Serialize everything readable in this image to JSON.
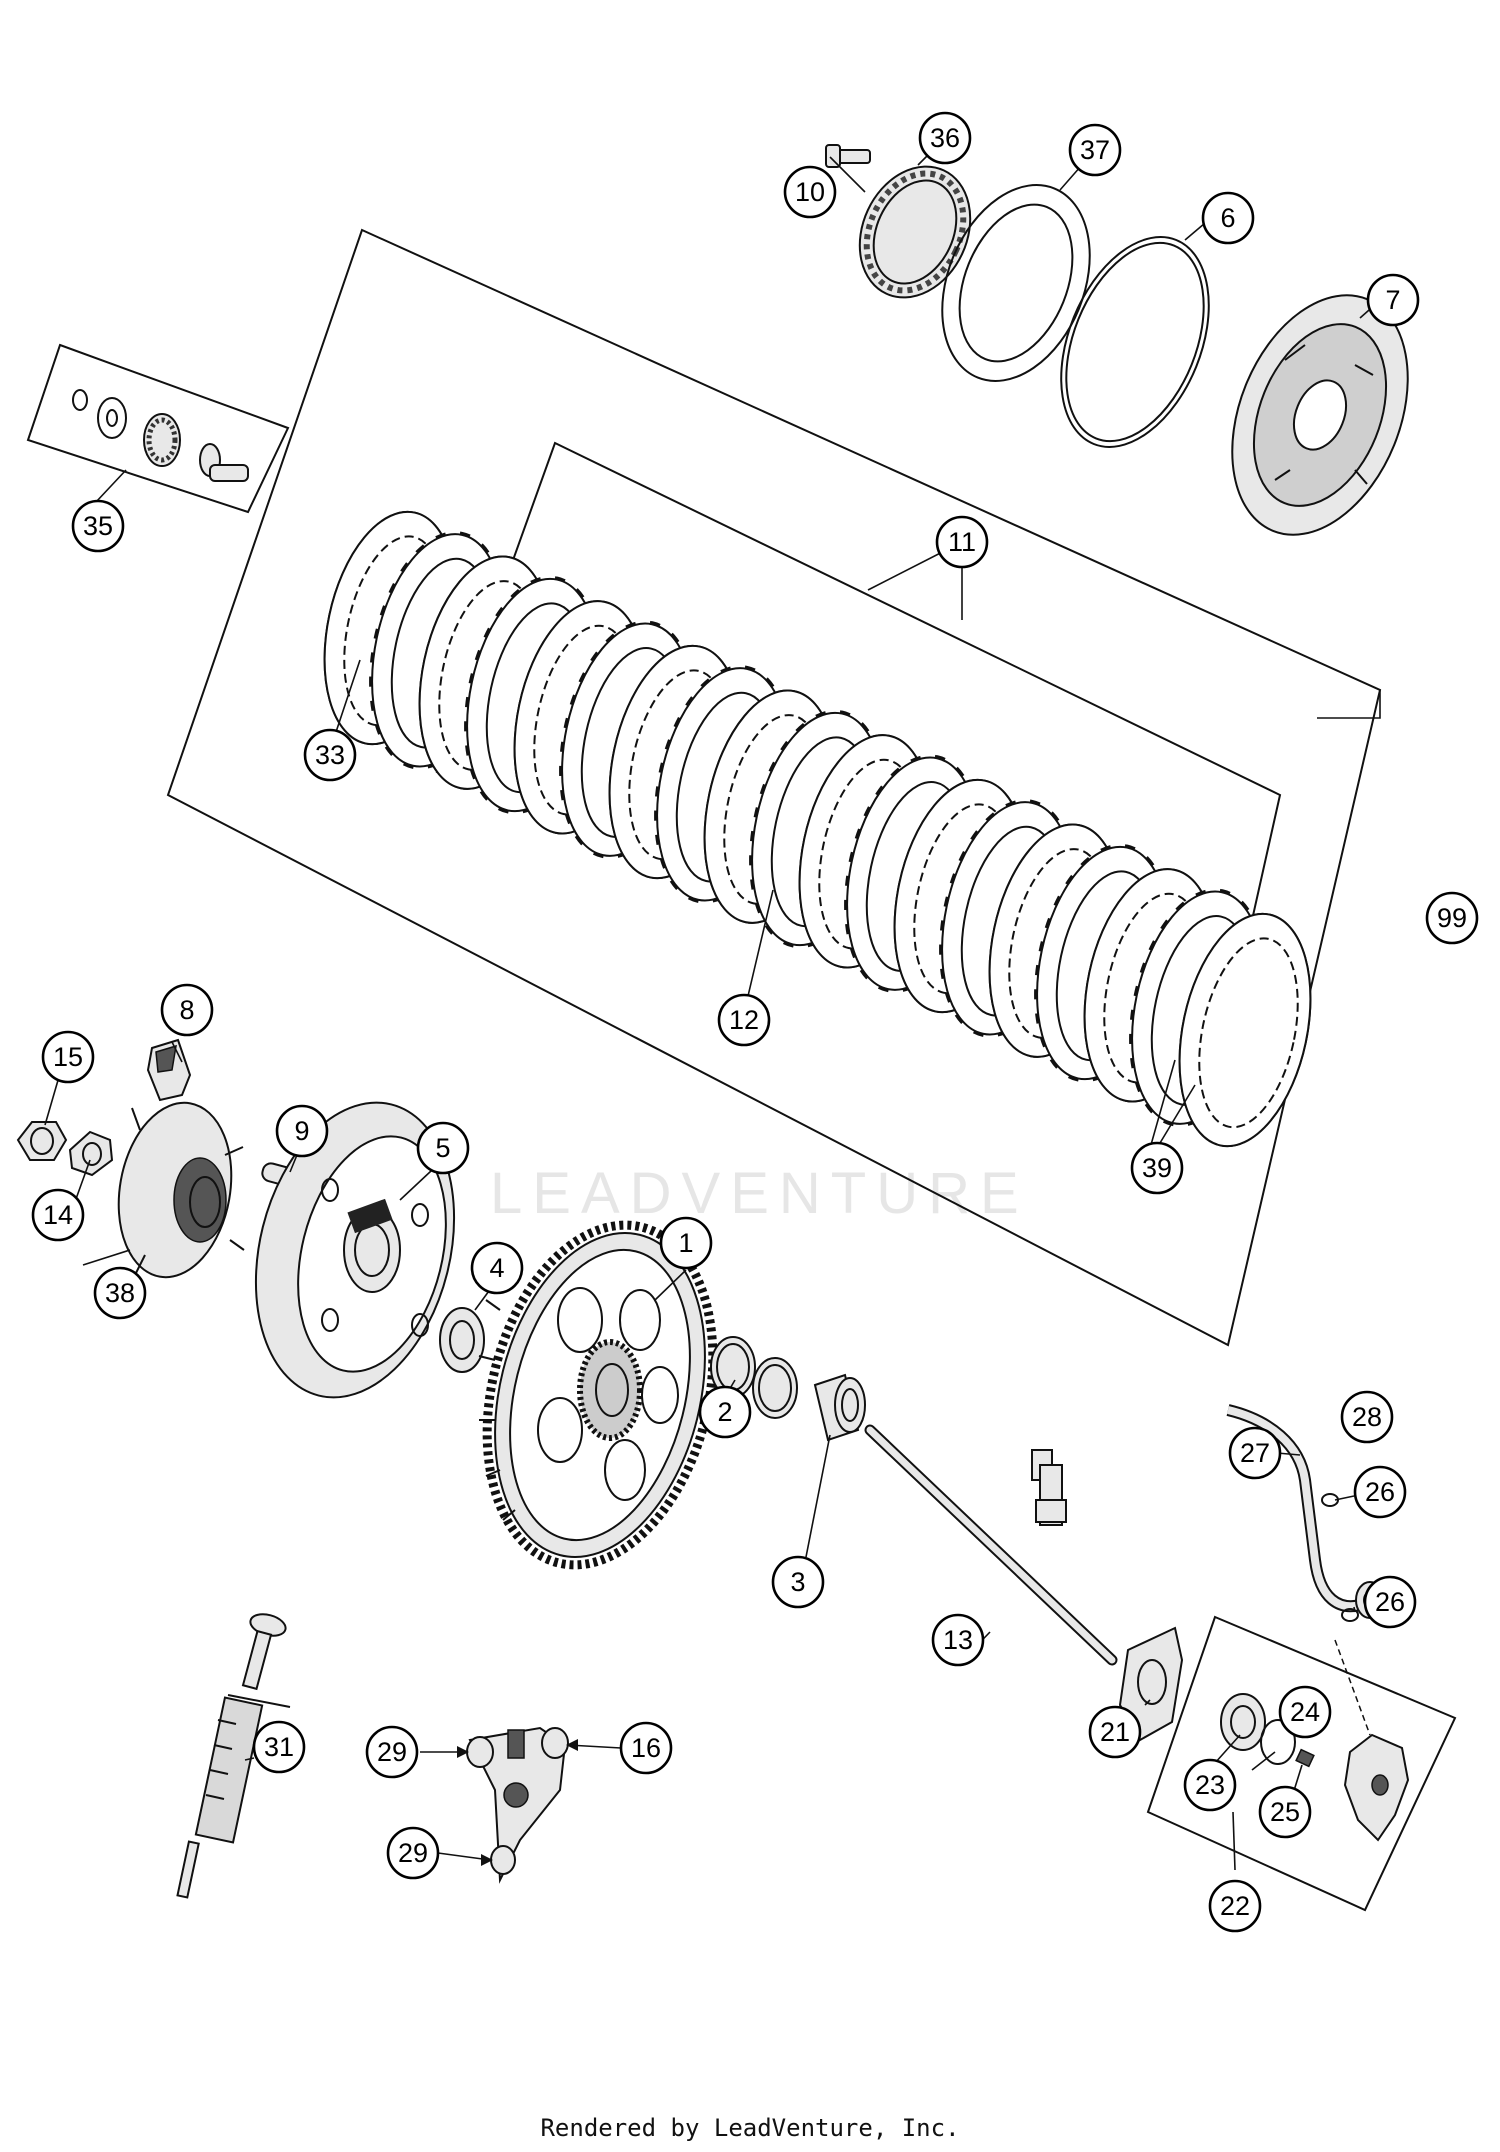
{
  "watermark": "LEADVENTURE",
  "footer": "Rendered by LeadVenture, Inc.",
  "callouts": [
    {
      "id": "1",
      "label": "1"
    },
    {
      "id": "2",
      "label": "2"
    },
    {
      "id": "3",
      "label": "3"
    },
    {
      "id": "4",
      "label": "4"
    },
    {
      "id": "5",
      "label": "5"
    },
    {
      "id": "6",
      "label": "6"
    },
    {
      "id": "7",
      "label": "7"
    },
    {
      "id": "8",
      "label": "8"
    },
    {
      "id": "9",
      "label": "9"
    },
    {
      "id": "10",
      "label": "10"
    },
    {
      "id": "11",
      "label": "11"
    },
    {
      "id": "12",
      "label": "12"
    },
    {
      "id": "13",
      "label": "13"
    },
    {
      "id": "14",
      "label": "14"
    },
    {
      "id": "15",
      "label": "15"
    },
    {
      "id": "16",
      "label": "16"
    },
    {
      "id": "21",
      "label": "21"
    },
    {
      "id": "22",
      "label": "22"
    },
    {
      "id": "23",
      "label": "23"
    },
    {
      "id": "24",
      "label": "24"
    },
    {
      "id": "25",
      "label": "25"
    },
    {
      "id": "26a",
      "label": "26"
    },
    {
      "id": "26b",
      "label": "26"
    },
    {
      "id": "27",
      "label": "27"
    },
    {
      "id": "28",
      "label": "28"
    },
    {
      "id": "29a",
      "label": "29"
    },
    {
      "id": "29b",
      "label": "29"
    },
    {
      "id": "31",
      "label": "31"
    },
    {
      "id": "33",
      "label": "33"
    },
    {
      "id": "35",
      "label": "35"
    },
    {
      "id": "36",
      "label": "36"
    },
    {
      "id": "37",
      "label": "37"
    },
    {
      "id": "38",
      "label": "38"
    },
    {
      "id": "39",
      "label": "39"
    },
    {
      "id": "99",
      "label": "99"
    }
  ]
}
